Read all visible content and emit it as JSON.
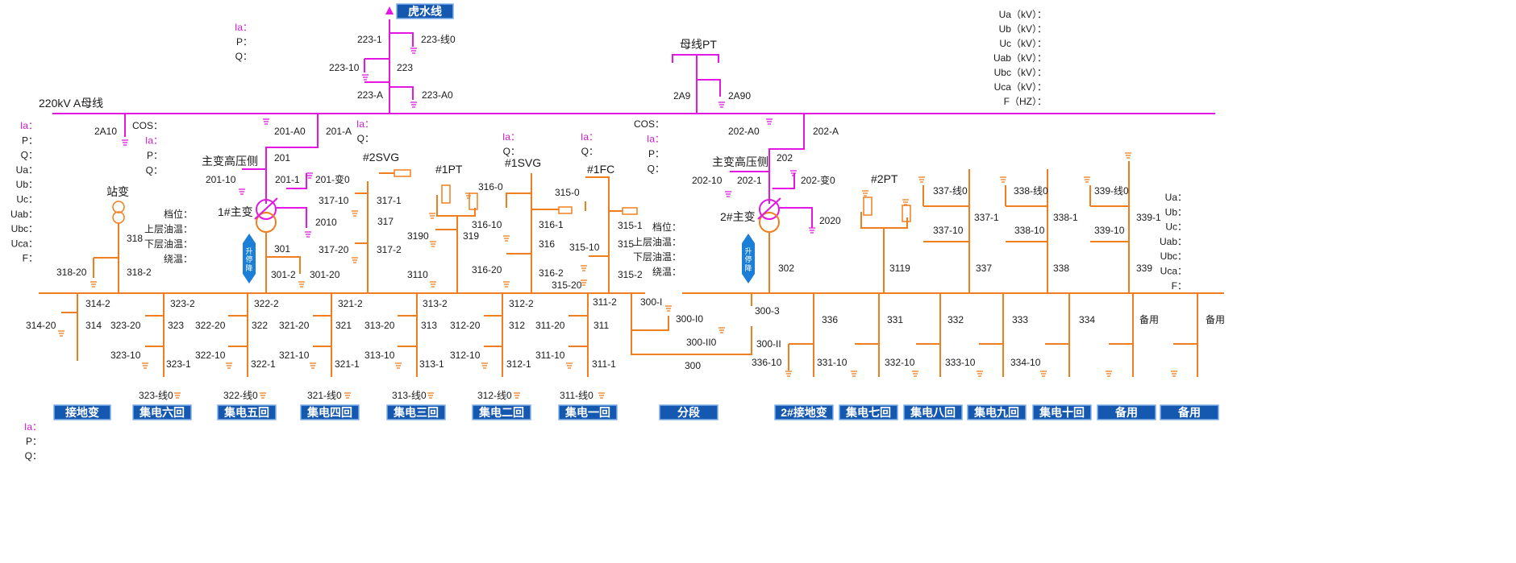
{
  "title_box": "虎水线",
  "bus_220_label": "220kV A母线",
  "bus_pt_label": "母线PT",
  "meas_top_right": [
    "Ua（kV）：",
    "Ub（kV）：",
    "Uc（kV）：",
    "Uab（kV）：",
    "Ubc（kV）：",
    "Uca（kV）：",
    "F（HZ）："
  ],
  "meas_line223": [
    "Ia：",
    "P：",
    "Q："
  ],
  "meas_left": [
    "Ia：",
    "P：",
    "Q：",
    "Ua：",
    "Ub：",
    "Uc：",
    "Uab：",
    "Ubc：",
    "Uca：",
    "F："
  ],
  "meas_tx1_pq": [
    "COS：",
    "Ia：",
    "P：",
    "Q："
  ],
  "meas_tx1_temp": [
    "档位：",
    "上层油温：",
    "下层油温：",
    "绕温："
  ],
  "meas_tx2_pq": [
    "COS：",
    "Ia：",
    "P：",
    "Q："
  ],
  "meas_tx2_temp": [
    "档位：",
    "上层油温：",
    "下层油温：",
    "绕温："
  ],
  "meas_svg2": [
    "Ia：",
    "Q："
  ],
  "meas_svg1": [
    "Ia：",
    "Q："
  ],
  "meas_fc1": [
    "Ia：",
    "Q："
  ],
  "meas_right": [
    "Ua：",
    "Ub：",
    "Uc：",
    "Uab：",
    "Ubc：",
    "Uca：",
    "F："
  ],
  "meas_bottom": [
    "Ia：",
    "P：",
    "Q："
  ],
  "tx1_label": "1#主变",
  "tx2_label": "2#主变",
  "tx1_hv": "主变高压侧",
  "tx2_hv": "主变高压侧",
  "station_tx": "站变",
  "svg2": "#2SVG",
  "pt1": "#1PT",
  "svg1": "#1SVG",
  "fc1": "#1FC",
  "pt2": "#2PT",
  "updown": [
    "升",
    "停",
    "降"
  ],
  "labels": [
    [
      "223-1",
      443,
      53
    ],
    [
      "223-线0",
      522,
      53
    ],
    [
      "223-10",
      408,
      88
    ],
    [
      "223",
      492,
      88
    ],
    [
      "223-A",
      443,
      122
    ],
    [
      "223-A0",
      523,
      122
    ],
    [
      "2A9",
      835,
      123
    ],
    [
      "2A90",
      903,
      123
    ],
    [
      "2A10",
      117,
      167
    ],
    [
      "201-A0",
      340,
      167
    ],
    [
      "201-A",
      404,
      167
    ],
    [
      "201",
      340,
      200
    ],
    [
      "201-10",
      255,
      227
    ],
    [
      "201-1",
      341,
      227
    ],
    [
      "201-变0",
      391,
      227
    ],
    [
      "2010",
      391,
      280
    ],
    [
      "301",
      340,
      313
    ],
    [
      "301-2",
      336,
      345
    ],
    [
      "301-20",
      384,
      345
    ],
    [
      "202-A0",
      903,
      167
    ],
    [
      "202-A",
      1008,
      167
    ],
    [
      "202",
      963,
      200
    ],
    [
      "202-10",
      858,
      228
    ],
    [
      "202-1",
      914,
      228
    ],
    [
      "202-变0",
      993,
      228
    ],
    [
      "2020",
      1016,
      278
    ],
    [
      "302",
      965,
      337
    ],
    [
      "317-10",
      395,
      253
    ],
    [
      "317-1",
      467,
      253
    ],
    [
      "317",
      468,
      279
    ],
    [
      "317-20",
      395,
      314
    ],
    [
      "317-2",
      467,
      314
    ],
    [
      "3190",
      505,
      297
    ],
    [
      "319",
      574,
      297
    ],
    [
      "3110",
      505,
      345
    ],
    [
      "316-0",
      593,
      236
    ],
    [
      "316-10",
      585,
      283
    ],
    [
      "316-1",
      668,
      283
    ],
    [
      "316",
      668,
      307
    ],
    [
      "316-20",
      585,
      339
    ],
    [
      "316-2",
      668,
      343
    ],
    [
      "315-20",
      684,
      358
    ],
    [
      "315-0",
      688,
      243
    ],
    [
      "315-1",
      766,
      284
    ],
    [
      "315",
      766,
      307
    ],
    [
      "315-10",
      706,
      311
    ],
    [
      "315-2",
      766,
      345
    ],
    [
      "318",
      157,
      300
    ],
    [
      "318-20",
      70,
      342
    ],
    [
      "318-2",
      157,
      342
    ],
    [
      "3119",
      1103,
      337
    ],
    [
      "337",
      1210,
      337
    ],
    [
      "338",
      1306,
      337
    ],
    [
      "339",
      1409,
      337
    ],
    [
      "337-线0",
      1157,
      241
    ],
    [
      "337-1",
      1208,
      274
    ],
    [
      "337-10",
      1157,
      290
    ],
    [
      "338-线0",
      1257,
      241
    ],
    [
      "338-1",
      1306,
      274
    ],
    [
      "338-10",
      1258,
      290
    ],
    [
      "339-线0",
      1357,
      241
    ],
    [
      "339-1",
      1409,
      274
    ],
    [
      "339-10",
      1357,
      290
    ],
    [
      "314-2",
      106,
      381
    ],
    [
      "314-20",
      32,
      408
    ],
    [
      "314",
      106,
      408
    ],
    [
      "323-2",
      211,
      381
    ],
    [
      "323-20",
      137,
      408
    ],
    [
      "323",
      208,
      408
    ],
    [
      "323-10",
      137,
      445
    ],
    [
      "323-1",
      206,
      456
    ],
    [
      "323-线0",
      172,
      495
    ],
    [
      "322-2",
      315,
      381
    ],
    [
      "322-20",
      242,
      408
    ],
    [
      "322",
      312,
      408
    ],
    [
      "322-10",
      242,
      445
    ],
    [
      "322-1",
      311,
      456
    ],
    [
      "322-线0",
      277,
      495
    ],
    [
      "321-2",
      419,
      381
    ],
    [
      "321-20",
      346,
      408
    ],
    [
      "321",
      416,
      408
    ],
    [
      "321-10",
      346,
      445
    ],
    [
      "321-1",
      415,
      456
    ],
    [
      "321-线0",
      381,
      495
    ],
    [
      "313-2",
      524,
      381
    ],
    [
      "313-20",
      452,
      408
    ],
    [
      "313",
      522,
      408
    ],
    [
      "313-10",
      452,
      445
    ],
    [
      "313-1",
      520,
      456
    ],
    [
      "313-线0",
      486,
      495
    ],
    [
      "312-2",
      631,
      381
    ],
    [
      "312-20",
      558,
      408
    ],
    [
      "312",
      631,
      408
    ],
    [
      "312-10",
      558,
      445
    ],
    [
      "312-1",
      628,
      456
    ],
    [
      "312-线0",
      592,
      495
    ],
    [
      "311-2",
      735,
      379
    ],
    [
      "311-20",
      664,
      408
    ],
    [
      "311",
      736,
      408
    ],
    [
      "311-10",
      664,
      445
    ],
    [
      "311-1",
      734,
      456
    ],
    [
      "311-线0",
      694,
      495
    ],
    [
      "300-I",
      794,
      379
    ],
    [
      "300-I0",
      838,
      400
    ],
    [
      "300-3",
      936,
      390
    ],
    [
      "300-II0",
      851,
      429
    ],
    [
      "300-II",
      938,
      431
    ],
    [
      "300",
      849,
      458
    ],
    [
      "336",
      1019,
      401
    ],
    [
      "331",
      1100,
      401
    ],
    [
      "332",
      1175,
      401
    ],
    [
      "333",
      1255,
      401
    ],
    [
      "334",
      1338,
      401
    ],
    [
      "备用",
      1413,
      401
    ],
    [
      "备用",
      1495,
      401
    ],
    [
      "336-10",
      932,
      454
    ],
    [
      "331-10",
      1013,
      454
    ],
    [
      "332-10",
      1097,
      454
    ],
    [
      "333-10",
      1172,
      454
    ],
    [
      "334-10",
      1253,
      454
    ]
  ],
  "buttons_bottom": [
    "接地变",
    "集电六回",
    "集电五回",
    "集电四回",
    "集电三回",
    "集电二回",
    "集电一回",
    "分段",
    "2#接地变",
    "集电七回",
    "集电八回",
    "集电九回",
    "集电十回",
    "备用",
    "备用"
  ]
}
